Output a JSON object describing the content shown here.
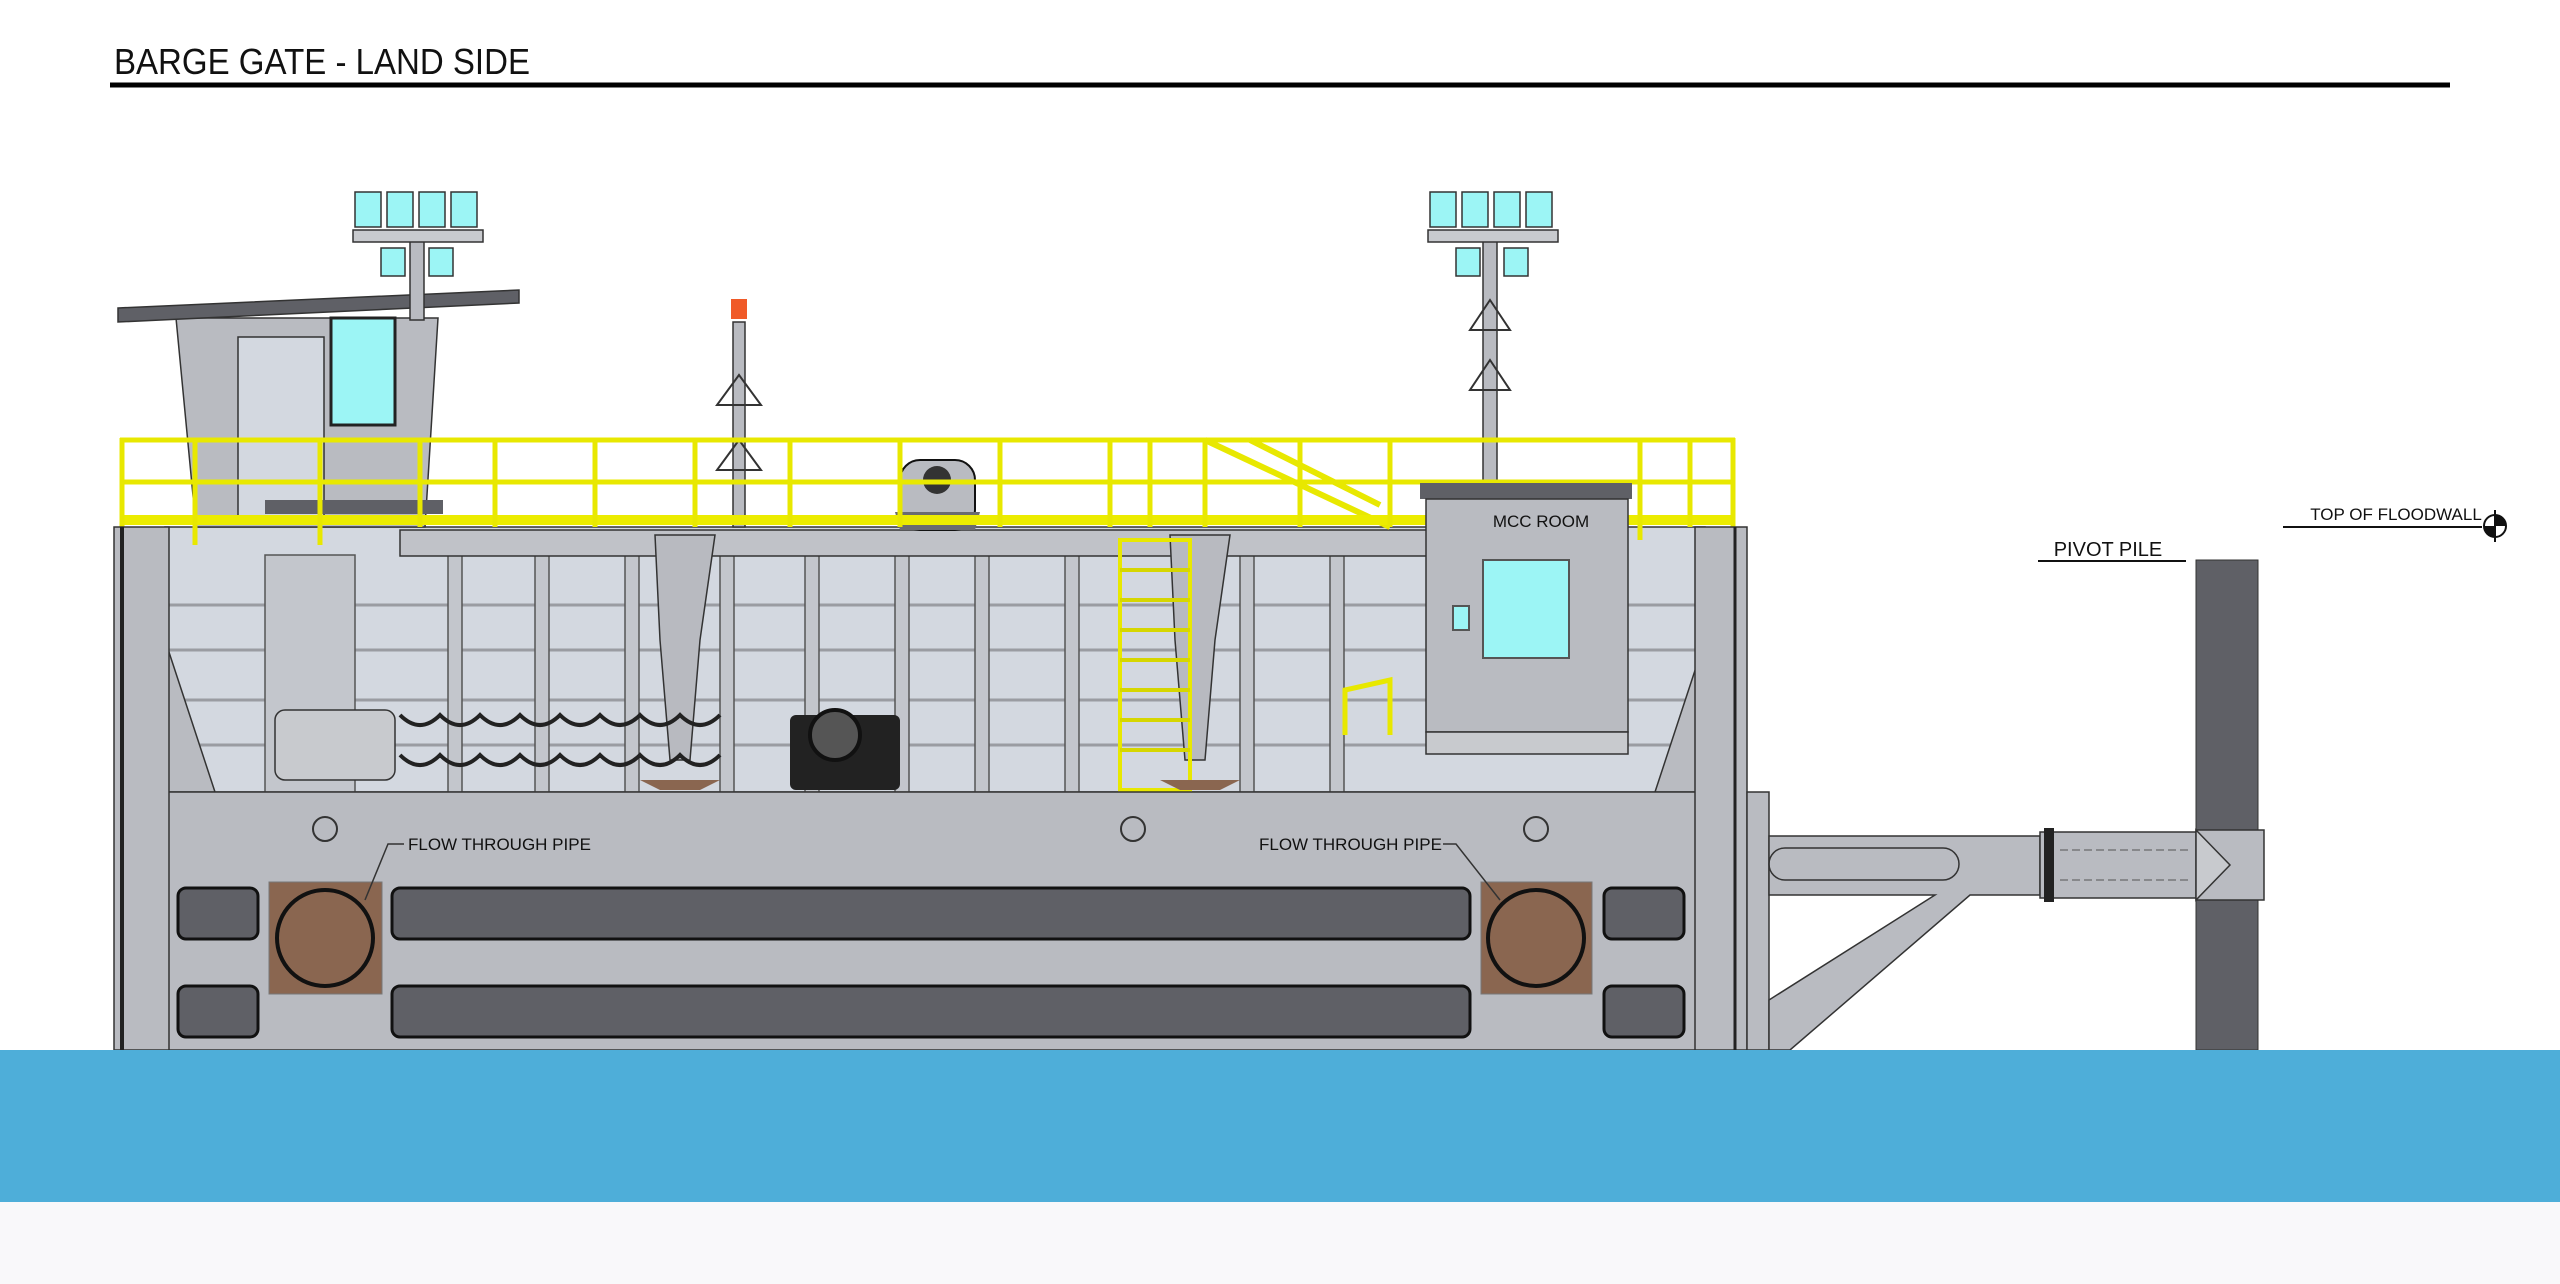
{
  "title": "BARGE GATE - LAND SIDE",
  "labels": {
    "mcc_room": "MCC ROOM",
    "flow_pipe_left": "FLOW THROUGH PIPE",
    "flow_pipe_right": "FLOW THROUGH PIPE",
    "pivot_pile": "PIVOT PILE",
    "top_of_floodwall": "TOP OF FLOODWALL"
  },
  "colors": {
    "water": "#4eaed9",
    "hull": "#b9bbc1",
    "railing": "#ecec00",
    "pipe": "#5f6066",
    "flow_pipe": "#8a6650",
    "glass": "#9cf5f5",
    "beacon": "#f05a28"
  }
}
